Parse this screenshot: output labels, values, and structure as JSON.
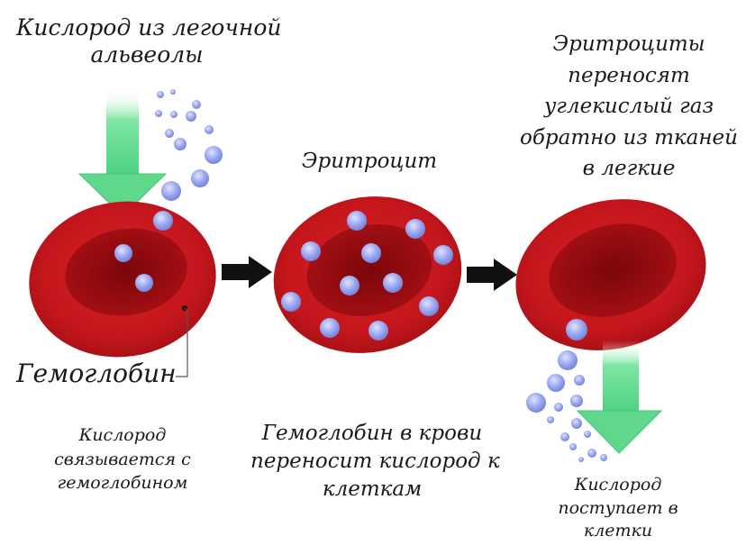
{
  "labels": {
    "alveoli_oxygen": [
      "Кислород из легочной",
      "альвеолы"
    ],
    "hemoglobin": "Гемоглобин",
    "erythrocyte": "Эритроцит",
    "co2_return": [
      "Эритроциты",
      "переносят",
      "углекислый газ",
      "обратно из тканей",
      "в легкие"
    ],
    "binds": [
      "Кислород",
      "связывается с",
      "гемоглобином"
    ],
    "transport": [
      "Гемоглобин в крови",
      "переносит кислород к",
      "клеткам"
    ],
    "release": [
      "Кислород",
      "поступает в",
      "клетки"
    ]
  },
  "colors": {
    "cell_red": "#c4161c",
    "cell_dark": "#8e0a0e",
    "oxygen_blue": "#9aa6ef",
    "arrow_green": "#5fd88c",
    "arrow_black": "#111111"
  },
  "icons": [
    "oxygen-inflow-arrow",
    "process-arrow",
    "oxygen-outflow-arrow"
  ]
}
